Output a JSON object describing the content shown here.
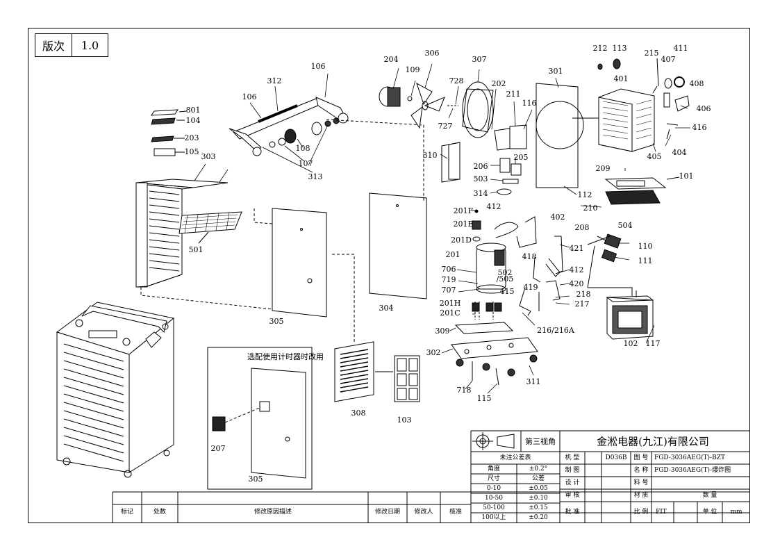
{
  "revision": {
    "label": "版次",
    "value": "1.0"
  },
  "timer_note": "选配使用计时器时改用",
  "part_labels": {
    "p801": "801",
    "p104": "104",
    "p203": "203",
    "p105": "105",
    "p303": "303",
    "p501": "501",
    "p106a": "106",
    "p106b": "106",
    "p312": "312",
    "p108": "108",
    "p107": "107",
    "p313": "313",
    "p305a": "305",
    "p305b": "305",
    "p304": "304",
    "p308": "308",
    "p103": "103",
    "p207": "207",
    "p204": "204",
    "p109": "109",
    "p306": "306",
    "p307": "307",
    "p728": "728",
    "p727": "727",
    "p202": "202",
    "p211": "211",
    "p116": "116",
    "p301": "301",
    "p310": "310",
    "p206": "206",
    "p205": "205",
    "p503": "503",
    "p314": "314",
    "p112": "112",
    "p212": "212",
    "p113": "113",
    "p401": "401",
    "p215": "215",
    "p407": "407",
    "p411": "411",
    "p408": "408",
    "p406": "406",
    "p416": "416",
    "p404": "404",
    "p405": "405",
    "p209": "209",
    "p101": "101",
    "p504": "504",
    "p210": "210",
    "p201F": "201F",
    "p201B": "201B",
    "p412a": "412",
    "p402": "402",
    "p208": "208",
    "p201D": "201D",
    "p110": "110",
    "p201": "201",
    "p421": "421",
    "p111": "111",
    "p706": "706",
    "p418": "418",
    "p502": "502",
    "p505": "/505",
    "p412b": "412",
    "p719": "719",
    "p707": "707",
    "p415": "415",
    "p419": "419",
    "p420": "420",
    "p218": "218",
    "p201H": "201H",
    "p217": "217",
    "p201C": "201C",
    "p216": "216/216A",
    "p102": "102",
    "p117": "117",
    "p309": "309",
    "p302": "302",
    "p311": "311",
    "p718": "718",
    "p115": "115"
  },
  "title_block": {
    "projection": "第三视角",
    "company": "金淞电器(九江)有限公司",
    "tolerance_title": "未注公差表",
    "tolerance_rows": [
      {
        "item": "角度",
        "value": "±0.2°"
      },
      {
        "item": "尺寸",
        "value": "公差"
      },
      {
        "item": "0-10",
        "value": "±0.05"
      },
      {
        "item": "10-50",
        "value": "±0.10"
      },
      {
        "item": "50-100",
        "value": "±0.15"
      },
      {
        "item": "100以上",
        "value": "±0.20"
      }
    ],
    "model_label": "机  型",
    "model_value": "D036B",
    "drawing_no_label": "图 号",
    "drawing_no_value": "FGD-3036AEG(T)-BZT",
    "left_labels": [
      "制 图",
      "设 计",
      "审 核",
      "批 准"
    ],
    "name_label": "名 称",
    "name_value": "FGD-3036AEG(T)-爆炸图",
    "material_no_label": "料 号",
    "material_label": "材 质",
    "quantity_label": "数 量",
    "scale_label": "比 例",
    "scale_value": "FIT",
    "unit_label": "单 位",
    "unit_value": "mm",
    "revision_headers": [
      "标记",
      "处数",
      "修改原因描述",
      "修改日期",
      "修改人",
      "核准"
    ]
  }
}
